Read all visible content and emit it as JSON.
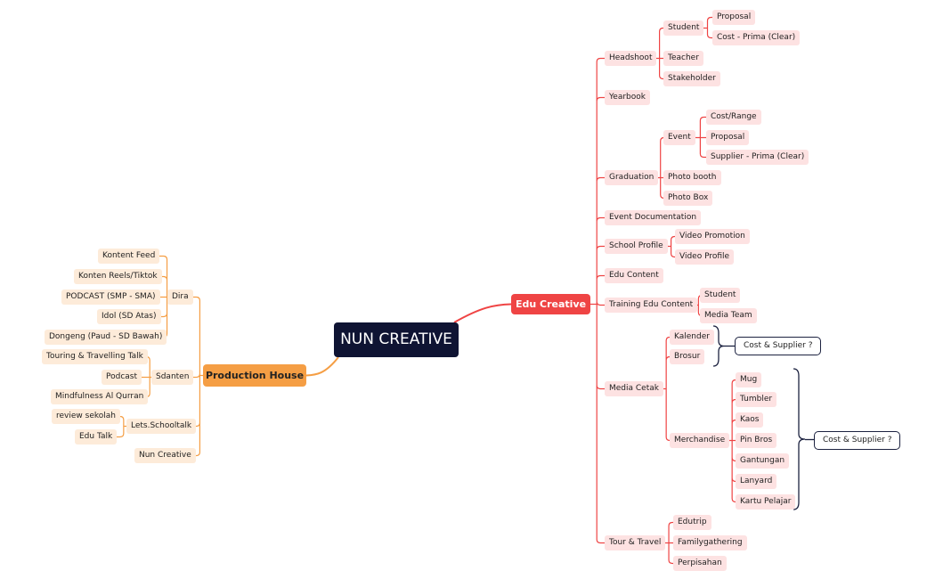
{
  "root": "NUN CREATIVE",
  "edu_creative": {
    "label": "Edu Creative",
    "headshoot": {
      "label": "Headshoot",
      "student": {
        "label": "Student",
        "children": [
          "Proposal",
          "Cost - Prima (Clear)"
        ]
      },
      "teacher": "Teacher",
      "stakeholder": "Stakeholder"
    },
    "yearbook": "Yearbook",
    "graduation": {
      "label": "Graduation",
      "event": {
        "label": "Event",
        "children": [
          "Cost/Range",
          "Proposal",
          "Supplier - Prima (Clear)"
        ]
      },
      "photo_booth": "Photo booth",
      "photo_box": "Photo Box"
    },
    "event_documentation": "Event Documentation",
    "school_profile": {
      "label": "School Profile",
      "children": [
        "Video Promotion",
        "Video Profile"
      ]
    },
    "edu_content": "Edu Content",
    "training_edu_content": {
      "label": "Training Edu Content",
      "children": [
        "Student",
        "Media Team"
      ]
    },
    "media_cetak": {
      "label": "Media Cetak",
      "kalender": "Kalender",
      "brosur": "Brosur",
      "callout_1": "Cost & Supplier ?",
      "merchandise": {
        "label": "Merchandise",
        "children": [
          "Mug",
          "Tumbler",
          "Kaos",
          "Pin Bros",
          "Gantungan",
          "Lanyard",
          "Kartu Pelajar"
        ]
      },
      "callout_2": "Cost & Supplier ?"
    },
    "tour_travel": {
      "label": "Tour & Travel",
      "children": [
        "Edutrip",
        "Familygathering",
        "Perpisahan"
      ]
    }
  },
  "production_house": {
    "label": "Production House",
    "dira": {
      "label": "Dira",
      "children": [
        "Kontent Feed",
        "Konten Reels/Tiktok",
        "PODCAST (SMP - SMA)",
        "Idol (SD Atas)",
        "Dongeng (Paud - SD Bawah)"
      ]
    },
    "sdanten": {
      "label": "Sdanten",
      "children": [
        "Touring & Travelling Talk",
        "Podcast",
        "Mindfulness Al Qurran"
      ]
    },
    "lets_schooltalk": {
      "label": "Lets.Schooltalk",
      "children": [
        "review sekolah",
        "Edu Talk"
      ]
    },
    "nun_creative": "Nun Creative"
  },
  "colors": {
    "root_bg": "#0f1433",
    "edu_accent": "#ef4444",
    "edu_light": "#fde2e2",
    "ph_accent": "#f59e44",
    "ph_light": "#fdebd9"
  }
}
